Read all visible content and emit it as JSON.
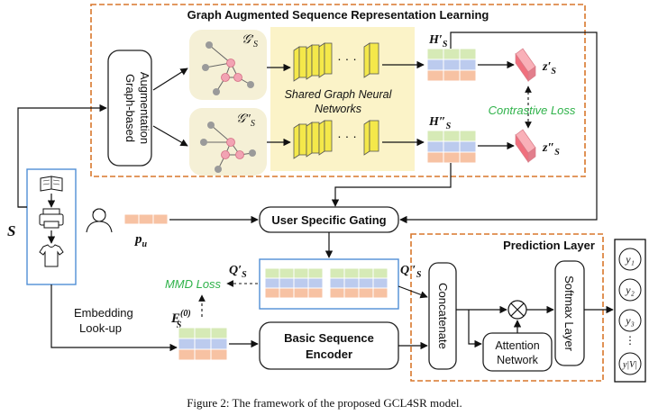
{
  "top_region": {
    "title": "Graph Augmented Sequence Representation Learning"
  },
  "graph_aug": {
    "line1": "Graph-based",
    "line2": "Augmentation"
  },
  "graphs": {
    "g1": "𝒢′",
    "g2": "𝒢″",
    "sub": "S"
  },
  "gnn": {
    "line1": "Shared Graph Neural",
    "line2": "Networks",
    "dots": "· · ·"
  },
  "h_labels": {
    "h1": "H′",
    "h2": "H″",
    "sub": "S"
  },
  "z_labels": {
    "z1": "z′",
    "z2": "z″",
    "sub": "S"
  },
  "contrastive_loss": "Contrastive Loss",
  "seq_label": "S",
  "user_label": {
    "main": "p",
    "sub": "u"
  },
  "gating": "User Specific Gating",
  "q_labels": {
    "q1": "Q′",
    "q2": "Q″",
    "sub": "S"
  },
  "mmd_loss": "MMD Loss",
  "embedding": {
    "line1": "Embedding",
    "line2": "Look-up"
  },
  "e_label": {
    "main": "E",
    "sup": "(0)",
    "sub": "S"
  },
  "encoder": {
    "line1": "Basic Sequence",
    "line2": "Encoder"
  },
  "prediction": {
    "title": "Prediction Layer",
    "concat": "Concatenate",
    "attention_line1": "Attention",
    "attention_line2": "Network",
    "softmax": "Softmax Layer"
  },
  "outputs": [
    "y₁",
    "y₂",
    "y₃",
    "y|V|"
  ],
  "output_dots": "⋮",
  "caption": "Figure 2: The framework of the proposed GCL4SR model.",
  "colors": {
    "orange_dash": "#d9772b",
    "blue_border": "#4f8fd6",
    "green": "#d6eab6",
    "blue": "#bccbee",
    "peach": "#f7c2a3",
    "yellow": "#fbf3c8",
    "graph_bg": "#f5f0d6",
    "node_gray": "#9a9a9a",
    "node_pink": "#f2a3b3",
    "green_text": "#2fb24a"
  }
}
